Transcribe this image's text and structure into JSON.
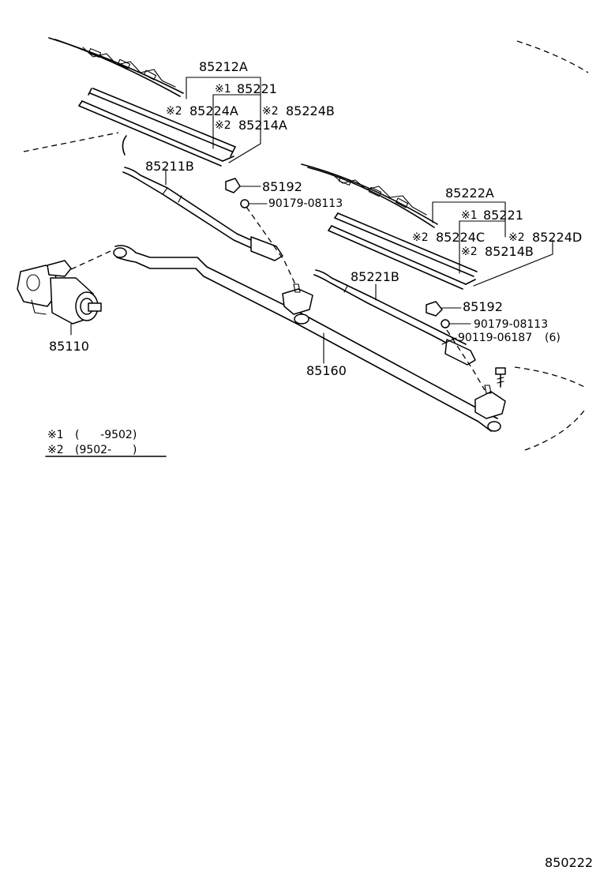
{
  "callouts": {
    "p85212A": "85212A",
    "p85221_left": "85221",
    "p85224A": "85224A",
    "p85224B": "85224B",
    "p85214A": "85214A",
    "p85211B": "85211B",
    "p85192_left": "85192",
    "p90179_left": "90179-08113",
    "p85222A": "85222A",
    "p85221_right": "85221",
    "p85224C": "85224C",
    "p85224D": "85224D",
    "p85214B": "85214B",
    "p85221B": "85221B",
    "p85192_right": "85192",
    "p90179_right": "90179-08113",
    "p90119": "90119-06187",
    "p90119_qty": "(6)",
    "p85110": "85110",
    "p85160": "85160"
  },
  "marks": {
    "m1": "※1",
    "m2": "※2"
  },
  "legend": {
    "row1_mark": "※1",
    "row1_range": "(      -9502)",
    "row2_mark": "※2",
    "row2_range": "(9502-      )"
  },
  "figure_code": "850222"
}
